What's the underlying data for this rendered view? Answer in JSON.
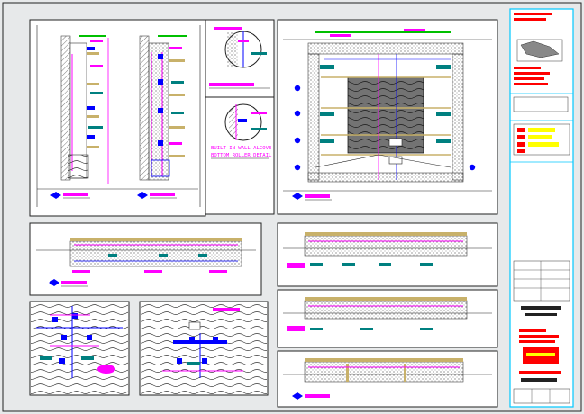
{
  "drawing": {
    "callout_text": {
      "line1": "BUILT IN WALL ALCOVE",
      "line2": "BOTTOM ROLLER DETAIL"
    }
  },
  "colors": {
    "background": "#e7e9ea",
    "frame_white": "#ffffff",
    "dim_magenta": "#ff00ff",
    "dim_blue": "#0000ff",
    "hatch_gray": "#8a8a8a",
    "wood_tan": "#c8b16a",
    "highlight_green": "#00c000",
    "stamp_red": "#ff0000",
    "legend_yellow": "#ffff00",
    "titleblock_cyan": "#00c8ff",
    "label_teal": "#008080",
    "ink_dark": "#222222"
  },
  "panels": [
    {
      "id": "wall-elevation-left",
      "type": "section-elevation"
    },
    {
      "id": "wall-elevation-right",
      "type": "section-elevation"
    },
    {
      "id": "roller-detail-top",
      "type": "circular-detail"
    },
    {
      "id": "roller-detail-bottom",
      "type": "circular-detail"
    },
    {
      "id": "front-elevation",
      "type": "elevation"
    },
    {
      "id": "plan-section-left",
      "type": "section"
    },
    {
      "id": "plan-section-right-1",
      "type": "section"
    },
    {
      "id": "plan-section-right-2",
      "type": "section"
    },
    {
      "id": "plan-section-right-3",
      "type": "section"
    },
    {
      "id": "joint-detail-left",
      "type": "detail"
    },
    {
      "id": "joint-detail-right",
      "type": "detail"
    }
  ]
}
